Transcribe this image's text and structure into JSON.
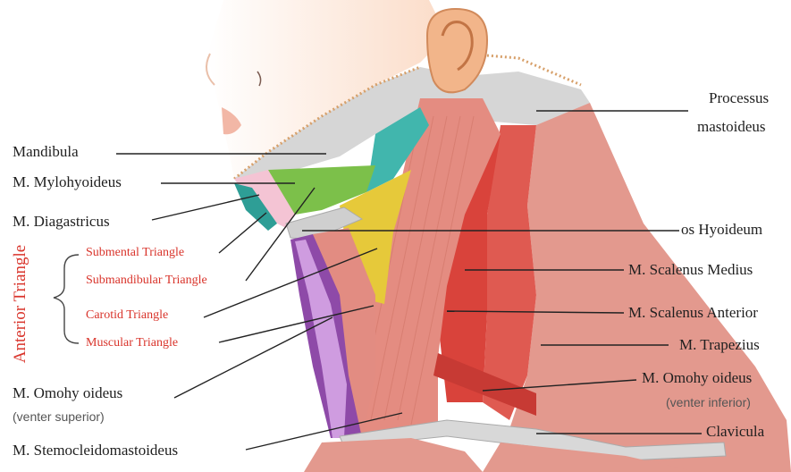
{
  "labels": {
    "processus": "Processus",
    "mastoideus": "mastoideus",
    "mandibula": "Mandibula",
    "mylohyoideus": "M. Mylohyoideus",
    "diagastricus": "M. Diagastricus",
    "anterior_triangle": "Anterior Triangle",
    "submental": "Submental Triangle",
    "submandibular": "Submandibular Triangle",
    "carotid": "Carotid Triangle",
    "muscular": "Muscular Triangle",
    "omohyoideus_sup": "M. Omohy oideus",
    "venter_superior": "(venter superior)",
    "sternocleido": "M. Stemocleidomastoideus",
    "hyoideum": "os Hyoideum",
    "scalenus_medius": "M. Scalenus Medius",
    "scalenus_anterior": "M. Scalenus Anterior",
    "trapezius": "M. Trapezius",
    "omohyoideus_inf": "M. Omohy oideus",
    "venter_inferior": "(venter inferior)",
    "clavicula": "Clavicula"
  },
  "colors": {
    "label_text": "#1f1f1f",
    "triangle_text": "#d9342b",
    "muscle": "#e08a80",
    "muscle_dark": "#d9564f",
    "skin": "#fbe1d0",
    "bone": "#d6d6d6",
    "mylohyoid": "#7cc04a",
    "digastric_teal": "#41b6ad",
    "carotid_yellow": "#e6c93a",
    "omohyoid_purple": "#8e4aa8"
  }
}
